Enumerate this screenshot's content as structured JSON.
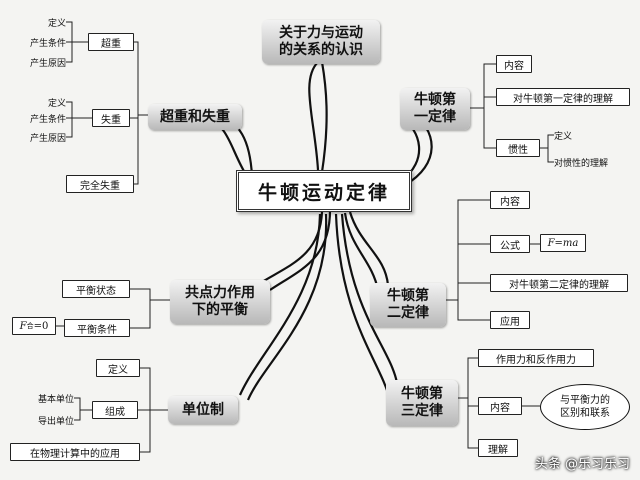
{
  "root": {
    "label": "牛顿运动定律"
  },
  "topics": {
    "relation": {
      "line1": "关于力与运动",
      "line2": "的关系的认识"
    },
    "overweight": {
      "label": "超重和失重"
    },
    "law1": {
      "line1": "牛顿第",
      "line2": "一定律"
    },
    "law2": {
      "line1": "牛顿第",
      "line2": "二定律"
    },
    "law3": {
      "line1": "牛顿第",
      "line2": "三定律"
    },
    "equilibrium": {
      "line1": "共点力作用",
      "line2": "下的平衡"
    },
    "units": {
      "label": "单位制"
    }
  },
  "overweight_branch": {
    "over": {
      "label": "超重",
      "items": [
        "定义",
        "产生条件",
        "产生原因"
      ]
    },
    "under": {
      "label": "失重",
      "items": [
        "定义",
        "产生条件",
        "产生原因"
      ]
    },
    "complete": {
      "label": "完全失重"
    }
  },
  "law1_branch": {
    "content": "内容",
    "understanding": "对牛顿第一定律的理解",
    "inertia": {
      "label": "惯性",
      "items": [
        "定义",
        "对惯性的理解"
      ]
    }
  },
  "law2_branch": {
    "content": "内容",
    "formula": {
      "label": "公式",
      "value": "F=ma"
    },
    "understanding": "对牛顿第二定律的理解",
    "application": "应用"
  },
  "law3_branch": {
    "action": "作用力和反作用力",
    "content": "内容",
    "compare": {
      "line1": "与平衡力的",
      "line2": "区别和联系"
    },
    "understanding": "理解"
  },
  "equilibrium_branch": {
    "state": "平衡状态",
    "condition": "平衡条件",
    "condition_formula": {
      "f": "F",
      "sub": "合",
      "rest": "=0"
    }
  },
  "units_branch": {
    "definition": "定义",
    "composition": {
      "label": "组成",
      "items": [
        "基本单位",
        "导出单位"
      ]
    },
    "application": "在物理计算中的应用"
  },
  "watermark": "头条 @乐习乐习"
}
